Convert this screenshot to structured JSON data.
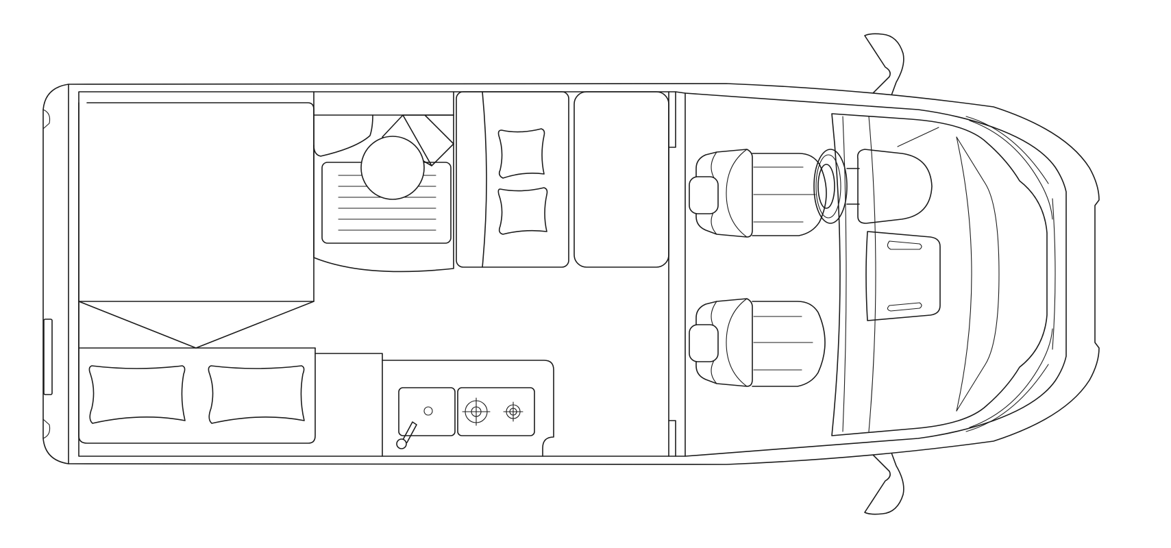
{
  "diagram": {
    "kind": "campervan floor plan, top view, line drawing",
    "text_labels": [],
    "line_color": "#1a1a1a",
    "background_color": "#ffffff",
    "components": {
      "bed": {
        "icon": "double-bed-icon",
        "pillows": 2
      },
      "washroom": {
        "icon": "toilet-icon",
        "shower_tray_slats": 6
      },
      "dinette": {
        "icon": "bench-seat-icon",
        "cushions": 2
      },
      "wardrobe": {
        "icon": "cabinet-icon"
      },
      "kitchen": {
        "icon": "kitchen-counter-icon",
        "hob_burners": 2
      },
      "cab": {
        "icon": "cab-icon",
        "seats": 2,
        "steering_wheel": 1,
        "side_mirrors": 2
      }
    }
  }
}
